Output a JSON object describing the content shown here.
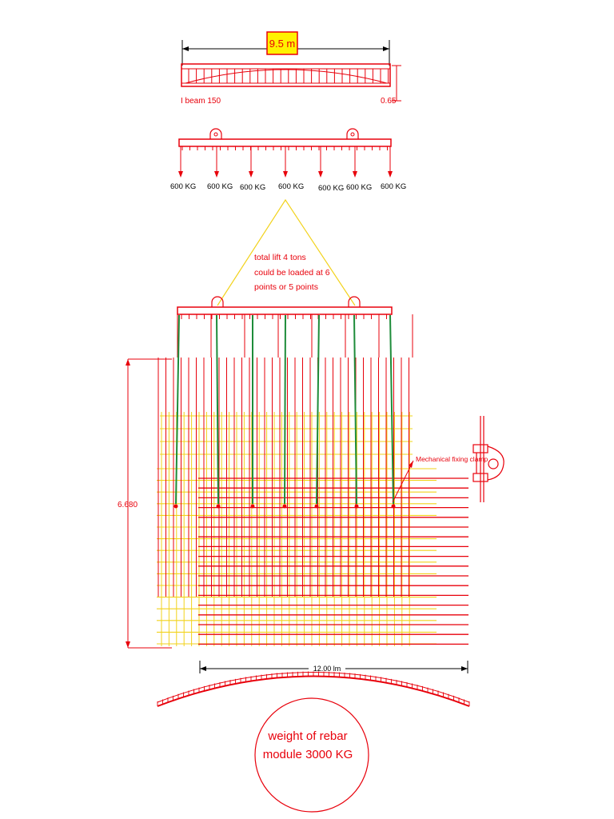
{
  "top_beam": {
    "span_label": "9.5 m",
    "beam_label": "I beam 150",
    "height_label": "0.65"
  },
  "loads": {
    "labels": [
      "600 KG",
      "600 KG",
      "600 KG",
      "600 KG",
      "600 KG",
      "600 KG",
      "600 KG"
    ]
  },
  "note": {
    "line1": "total lift 4 tons",
    "line2": "could be loaded  at 6",
    "line3": "points or  5 points"
  },
  "module": {
    "height_label": "6.680",
    "width_label": "12.00 lm",
    "clamp_label": "Mechanical fixing clamp"
  },
  "weight": {
    "line1": "weight of rebar",
    "line2": "module 3000 KG"
  },
  "colors": {
    "red": "#e8000b",
    "yellow": "#f2d21b",
    "green": "#1e8c3a",
    "label_box": "#fff200"
  }
}
